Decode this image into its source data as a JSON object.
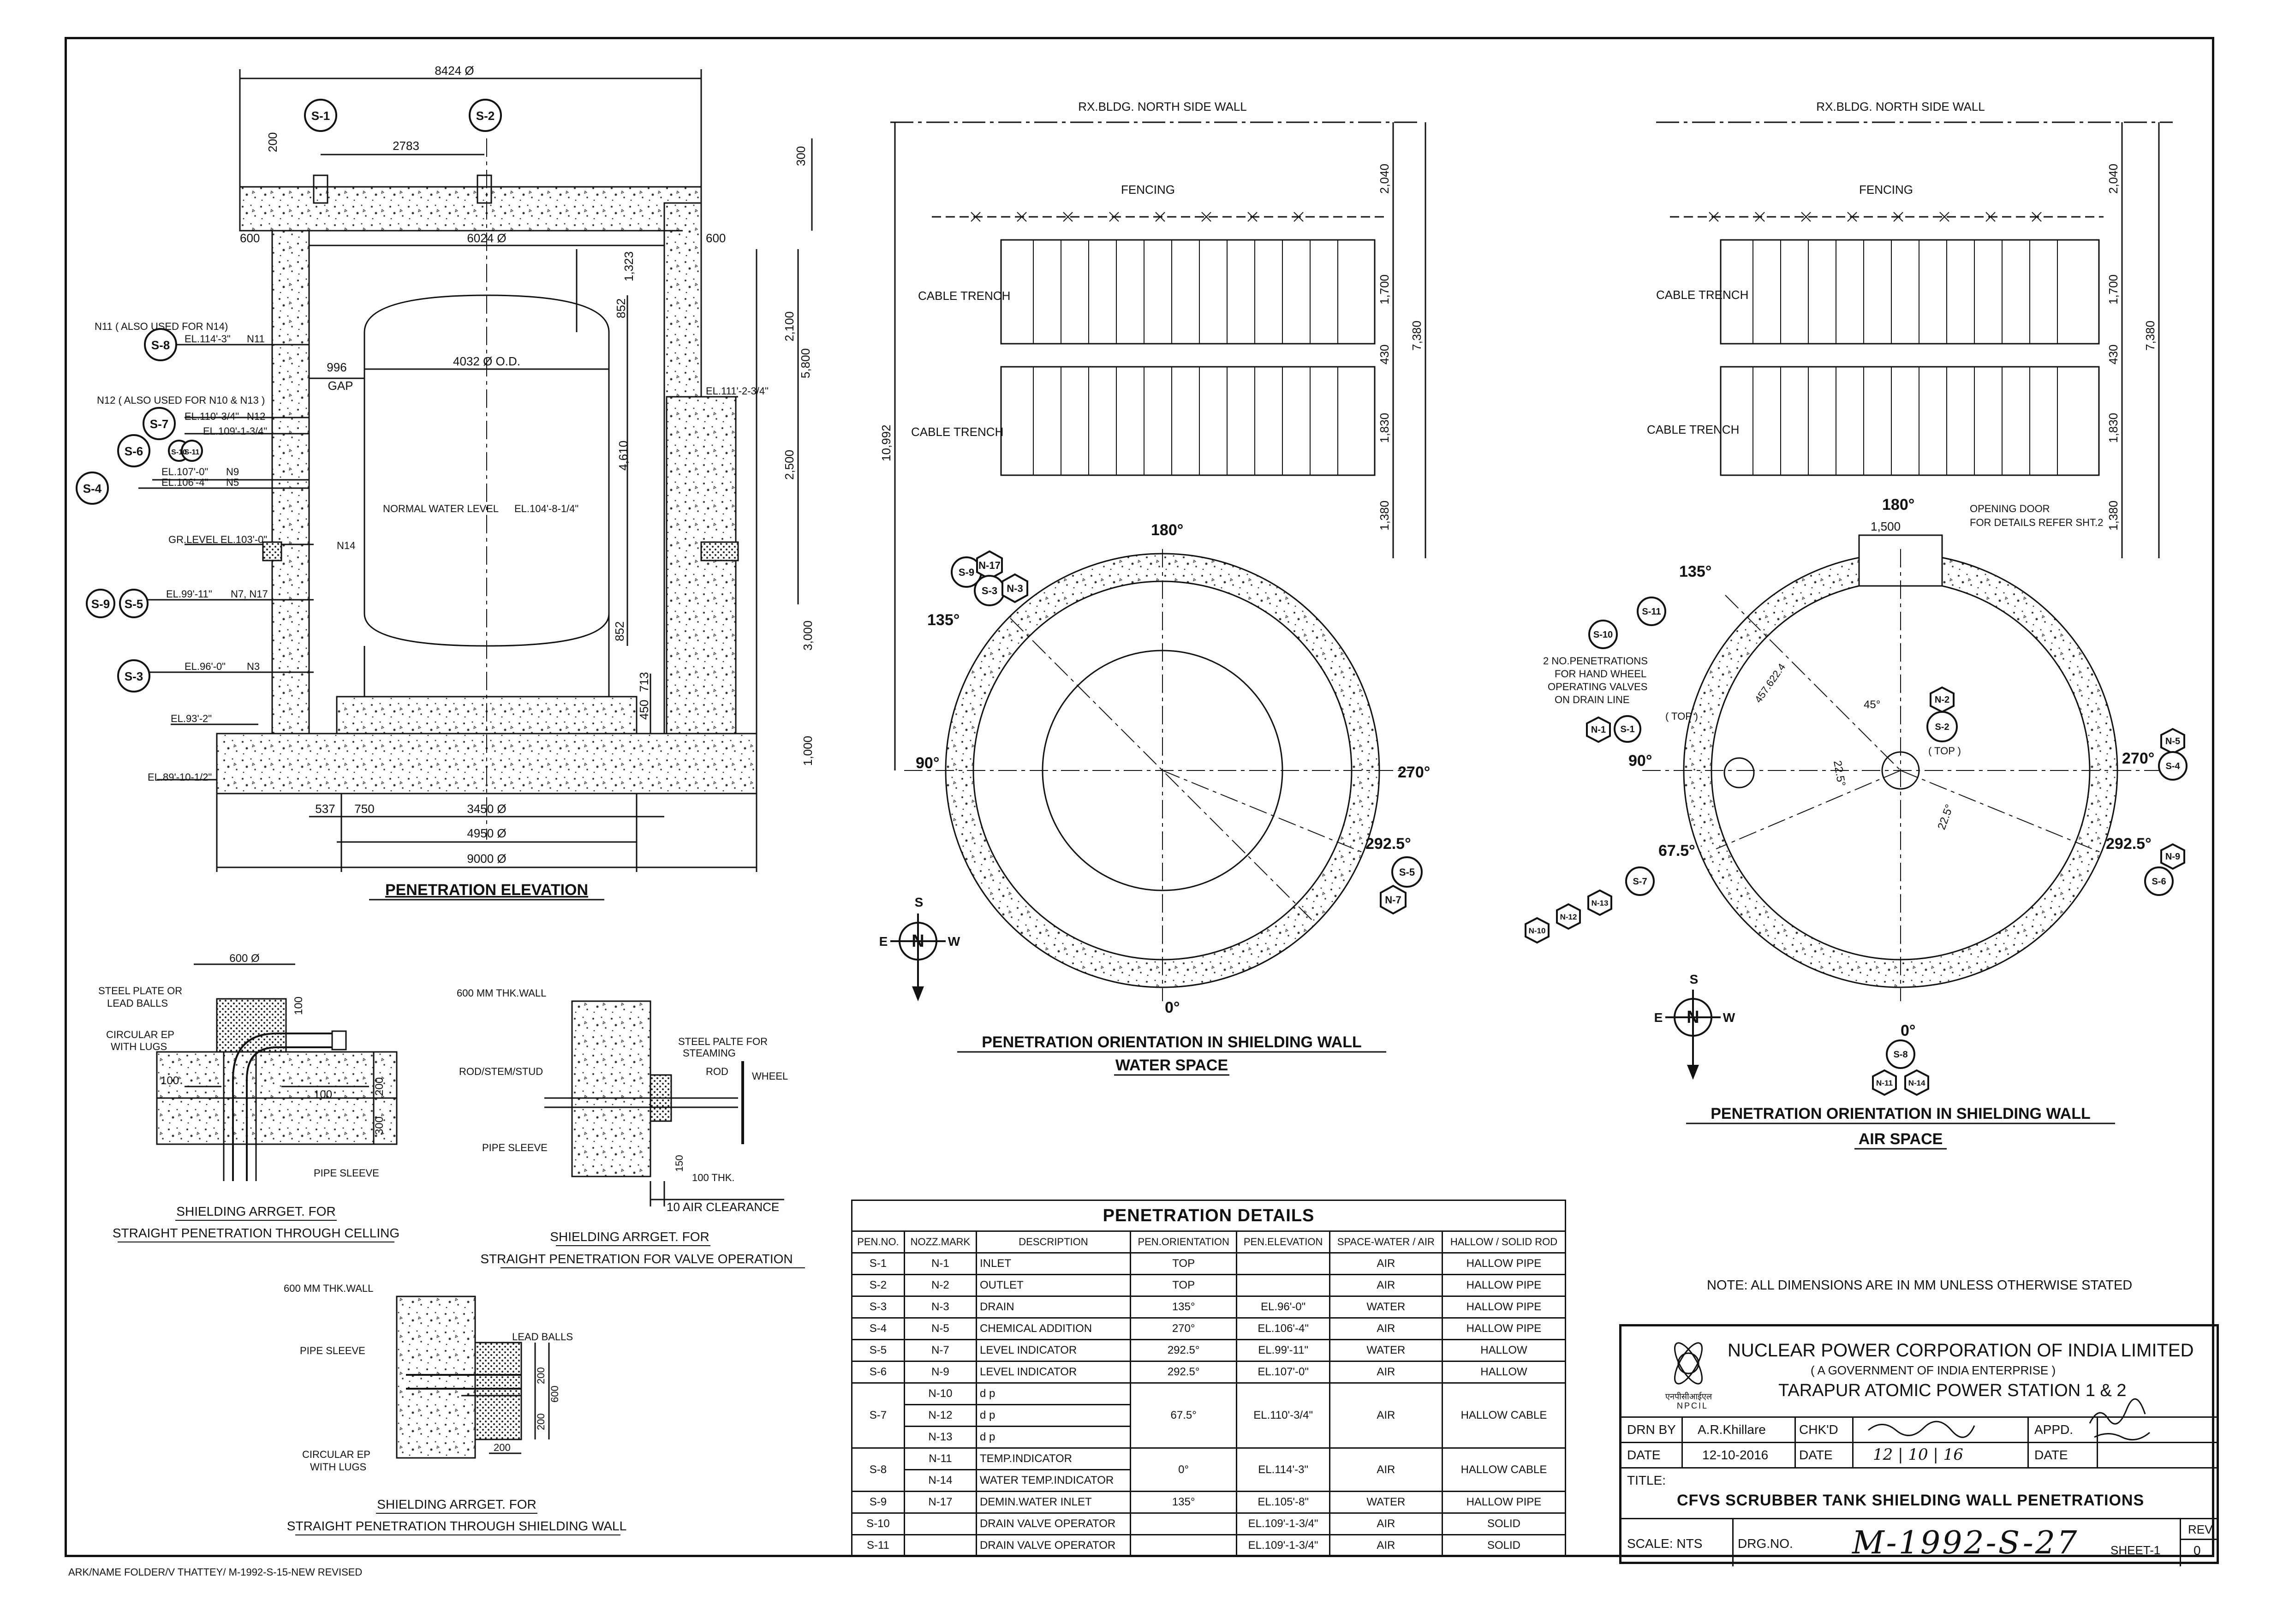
{
  "elevation": {
    "title": "PENETRATION ELEVATION",
    "dims": {
      "d8424": "8424 Ø",
      "d2783": "2783",
      "d200": "200",
      "d300": "300",
      "d600l": "600",
      "d600r": "600",
      "d6024": "6024 Ø",
      "d4032": "4032 Ø O.D.",
      "d996": "996",
      "gap": "GAP",
      "d1323": "1,323",
      "d852a": "852",
      "d852b": "852",
      "d4610": "4,610",
      "d713": "713",
      "d450": "450",
      "d2100": "2,100",
      "d5800": "5,800",
      "d2500": "2,500",
      "d3000": "3,000",
      "d1000": "1,000",
      "d537": "537",
      "d750": "750",
      "d3450": "3450 Ø",
      "d4950": "4950 Ø",
      "d9000": "9000 Ø"
    },
    "labels": {
      "n11note": "N11 ( ALSO USED FOR N14)",
      "n12note": "N12 ( ALSO USED FOR N10 & N13 )",
      "el114": "EL.114'-3\"",
      "n11": "N11",
      "el110": "EL.110'-3/4\"",
      "n12": "N12",
      "el109": "EL.109'-1-3/4\"",
      "el107": "EL.107'-0\"",
      "n9": "N9",
      "el106": "EL.106'-4\"",
      "n5": "N5",
      "el111": "EL.111'-2-3/4\"",
      "nwl": "NORMAL WATER LEVEL",
      "el104": "EL.104'-8-1/4\"",
      "gr": "GR.LEVEL EL.103'-0\"",
      "n14": "N14",
      "el99": "EL.99'-11\"",
      "n7n17": "N7, N17",
      "el96": "EL.96'-0\"",
      "n3": "N3",
      "el93": "EL.93'-2\"",
      "el89": "EL.89'-10-1/2\""
    },
    "tags": {
      "s1": "S-1",
      "s2": "S-2",
      "s8": "S-8",
      "s7": "S-7",
      "s6": "S-6",
      "s10": "S-10",
      "s11": "S-11",
      "s4": "S-4",
      "s9": "S-9",
      "s5": "S-5",
      "s3": "S-3"
    }
  },
  "water_view": {
    "wall": "RX.BLDG. NORTH SIDE WALL",
    "fencing": "FENCING",
    "ct1": "CABLE TRENCH",
    "ct2": "CABLE TRENCH",
    "d2040": "2,040",
    "d1700": "1,700",
    "d430": "430",
    "d7380": "7,380",
    "d1830": "1,830",
    "d1380": "1,380",
    "d10992": "10,992",
    "a180": "180°",
    "a135": "135°",
    "a90": "90°",
    "a270": "270°",
    "a2925": "292.5°",
    "a0": "0°",
    "tags": {
      "s9": "S-9",
      "n17": "N-17",
      "s3": "S-3",
      "n3": "N-3",
      "s5": "S-5",
      "n7": "N-7"
    },
    "title1": "PENETRATION ORIENTATION IN SHIELDING WALL",
    "title2": "WATER SPACE"
  },
  "air_view": {
    "wall": "RX.BLDG. NORTH SIDE WALL",
    "fencing": "FENCING",
    "ct1": "CABLE TRENCH",
    "ct2": "CABLE TRENCH",
    "d2040": "2,040",
    "d1700": "1,700",
    "d430": "430",
    "d7380": "7,380",
    "d1830": "1,830",
    "d1380": "1,380",
    "d1500": "1,500",
    "door1": "OPENING DOOR",
    "door2": "FOR DETAILS REFER SHT.2",
    "a180": "180°",
    "a135": "135°",
    "a90": "90°",
    "a270": "270°",
    "a2925": "292.5°",
    "a675": "67.5°",
    "a0": "0°",
    "a45": "45°",
    "a225a": "22.5°",
    "a225b": "22.5°",
    "d457": "457.622.4",
    "note1": "2 NO.PENETRATIONS",
    "note2": "FOR HAND WHEEL",
    "note3": "OPERATING VALVES",
    "note4": "ON DRAIN LINE",
    "top1": "( TOP )",
    "top2": "( TOP )",
    "tags": {
      "s11": "S-11",
      "s10": "S-10",
      "n1": "N-1",
      "s1": "S-1",
      "n2": "N-2",
      "s2": "S-2",
      "n5": "N-5",
      "s4": "S-4",
      "n9": "N-9",
      "s6": "S-6",
      "n10": "N-10",
      "n12": "N-12",
      "n13": "N-13",
      "s7": "S-7",
      "s8": "S-8",
      "n11": "N-11",
      "n14": "N-14"
    },
    "title1": "PENETRATION ORIENTATION IN SHIELDING WALL",
    "title2": "AIR SPACE"
  },
  "compass": {
    "s": "S",
    "n": "N",
    "e": "E",
    "w": "W"
  },
  "detail1": {
    "d600": "600 Ø",
    "d100a": "100",
    "d100b": "100",
    "d100c": "100",
    "d200": "200",
    "d300": "300",
    "steel": "STEEL PLATE OR",
    "lead": "LEAD BALLS",
    "circ": "CIRCULAR EP",
    "lugs": "WITH LUGS",
    "sleeve": "PIPE SLEEVE",
    "title1": "SHIELDING ARRGET. FOR",
    "title2": "STRAIGHT PENETRATION THROUGH CELLING"
  },
  "detail2": {
    "wall": "600 MM THK.WALL",
    "rod": "ROD/STEM/STUD",
    "steel1": "STEEL PALTE FOR",
    "steel2": "STEAMING",
    "rod2": "ROD",
    "wheel": "WHEEL",
    "sleeve": "PIPE SLEEVE",
    "d150": "150",
    "thk": "100 THK.",
    "air": "10 AIR CLEARANCE",
    "title1": "SHIELDING ARRGET. FOR",
    "title2": "STRAIGHT PENETRATION FOR VALVE OPERATION"
  },
  "detail3": {
    "wall": "600 MM THK.WALL",
    "sleeve": "PIPE SLEEVE",
    "lead": "LEAD BALLS",
    "circ": "CIRCULAR EP",
    "lugs": "WITH LUGS",
    "d200a": "200",
    "d200b": "200",
    "d200c": "200",
    "d600": "600",
    "title1": "SHIELDING ARRGET. FOR",
    "title2": "STRAIGHT PENETRATION THROUGH SHIELDING WALL"
  },
  "penetration_table": {
    "title": "PENETRATION DETAILS",
    "headers": [
      "PEN.NO.",
      "NOZZ.MARK",
      "DESCRIPTION",
      "PEN.ORIENTATION",
      "PEN.ELEVATION",
      "SPACE-WATER / AIR",
      "HALLOW / SOLID ROD"
    ],
    "rows": [
      [
        "S-1",
        "N-1",
        "INLET",
        "TOP",
        "",
        "AIR",
        "HALLOW PIPE"
      ],
      [
        "S-2",
        "N-2",
        "OUTLET",
        "TOP",
        "",
        "AIR",
        "HALLOW PIPE"
      ],
      [
        "S-3",
        "N-3",
        "DRAIN",
        "135°",
        "EL.96'-0\"",
        "WATER",
        "HALLOW PIPE"
      ],
      [
        "S-4",
        "N-5",
        "CHEMICAL ADDITION",
        "270°",
        "EL.106'-4\"",
        "AIR",
        "HALLOW PIPE"
      ],
      [
        "S-5",
        "N-7",
        "LEVEL INDICATOR",
        "292.5°",
        "EL.99'-11\"",
        "WATER",
        "HALLOW"
      ],
      [
        "S-6",
        "N-9",
        "LEVEL INDICATOR",
        "292.5°",
        "EL.107'-0\"",
        "AIR",
        "HALLOW"
      ]
    ],
    "s7": {
      "pen": "S-7",
      "nozz": [
        "N-10",
        "N-12",
        "N-13"
      ],
      "desc": [
        "d p",
        "d p",
        "d p"
      ],
      "orient": "67.5°",
      "elev": "EL.110'-3/4\"",
      "space": "AIR",
      "type": "HALLOW CABLE"
    },
    "s8": {
      "pen": "S-8",
      "nozz": [
        "N-11",
        "N-14"
      ],
      "desc": [
        "TEMP.INDICATOR",
        "WATER TEMP.INDICATOR"
      ],
      "orient": "0°",
      "elev": "EL.114'-3\"",
      "space": "AIR",
      "type": "HALLOW CABLE"
    },
    "rows2": [
      [
        "S-9",
        "N-17",
        "DEMIN.WATER INLET",
        "135°",
        "EL.105'-8\"",
        "WATER",
        "HALLOW PIPE"
      ],
      [
        "S-10",
        "",
        "DRAIN VALVE OPERATOR",
        "",
        "EL.109'-1-3/4\"",
        "AIR",
        "SOLID"
      ],
      [
        "S-11",
        "",
        "DRAIN VALVE OPERATOR",
        "",
        "EL.109'-1-3/4\"",
        "AIR",
        "SOLID"
      ]
    ]
  },
  "note": "NOTE: ALL DIMENSIONS ARE IN MM UNLESS OTHERWISE STATED",
  "title_block": {
    "company": "NUCLEAR POWER CORPORATION OF INDIA LIMITED",
    "govt": "( A GOVERNMENT OF INDIA ENTERPRISE )",
    "station": "TARAPUR ATOMIC POWER STATION 1 & 2",
    "logo_hindi": "एनपीसीआईएल",
    "logo": "NPCIL",
    "drn_by": "DRN BY",
    "drawn_name": "A.R.Khillare",
    "chkd": "CHK'D",
    "appd": "APPD.",
    "date_lbl": "DATE",
    "date1": "12-10-2016",
    "date_lbl2": "DATE",
    "date2": "12 | 10 | 16",
    "date_lbl3": "DATE",
    "title_lbl": "TITLE:",
    "title": "CFVS SCRUBBER TANK SHIELDING WALL PENETRATIONS",
    "scale": "SCALE: NTS",
    "drg_lbl": "DRG.NO.",
    "drg_no": "M-1992-S-27",
    "sheet": "SHEET-1",
    "rev_lbl": "REV",
    "rev": "0"
  },
  "footer": "ARK/NAME FOLDER/V THATTEY/ M-1992-S-15-NEW REVISED"
}
